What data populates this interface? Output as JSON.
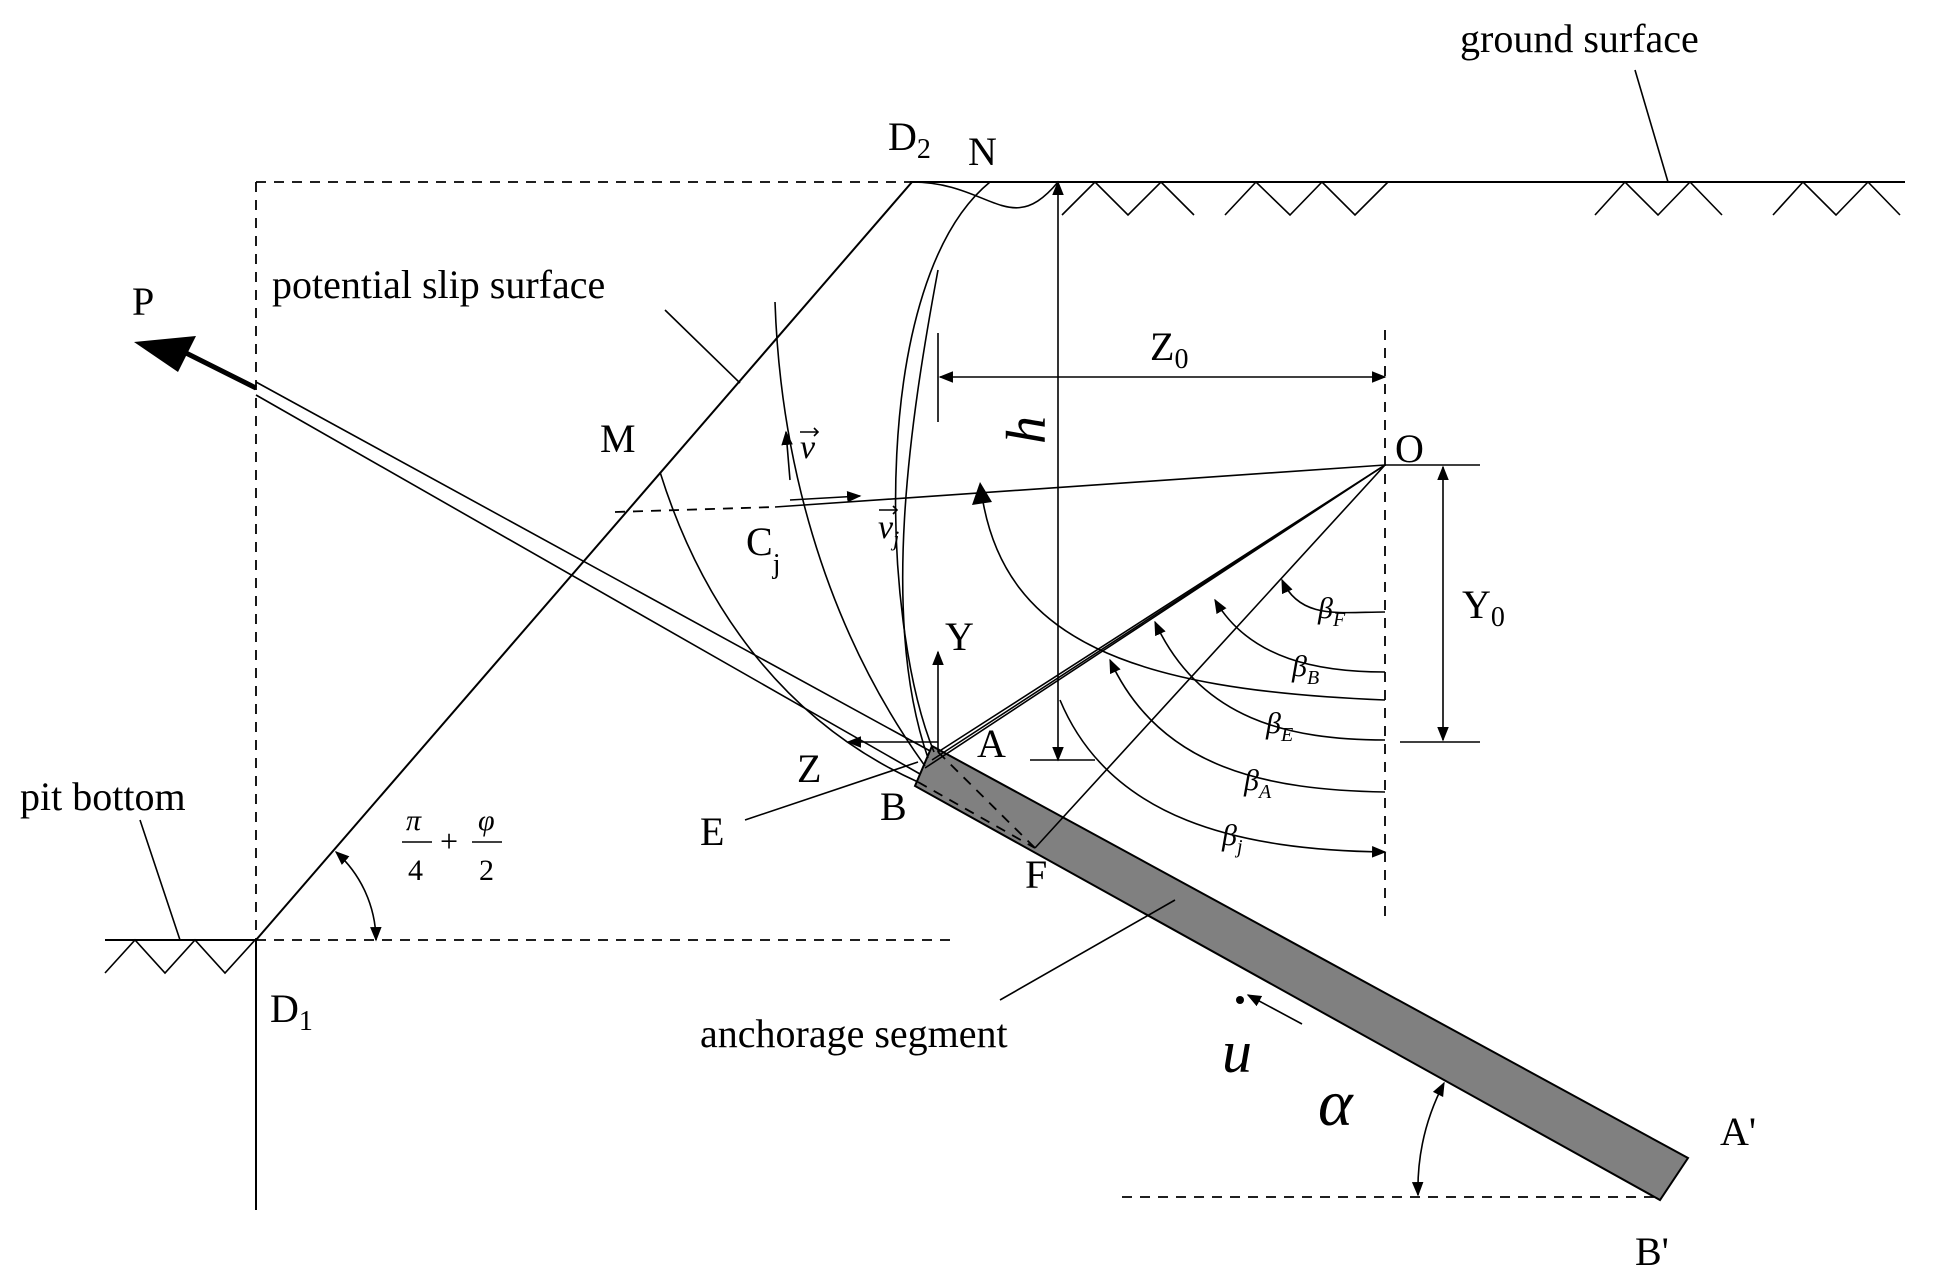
{
  "labels": {
    "ground_surface": "ground surface",
    "potential_slip_surface": "potential slip surface",
    "pit_bottom": "pit bottom",
    "anchorage_segment": "anchorage segment",
    "P": "P",
    "M": "M",
    "N": "N",
    "O": "O",
    "A": "A",
    "B": "B",
    "E": "E",
    "F": "F",
    "Z": "Z",
    "Y": "Y",
    "A_prime": "A'",
    "B_prime": "B'",
    "D1": "D",
    "D1_sub": "1",
    "D2": "D",
    "D2_sub": "2",
    "Cj": "C",
    "Cj_sub": "j",
    "Z0": "Z",
    "Z0_sub": "0",
    "Y0": "Y",
    "Y0_sub": "0",
    "h": "h",
    "v": "v",
    "vj": "v",
    "vj_sub": "j",
    "beta": "β",
    "beta_F_sub": "F",
    "beta_B_sub": "B",
    "beta_E_sub": "E",
    "beta_A_sub": "A",
    "beta_j_sub": "j",
    "u_dot": "u",
    "alpha": "α",
    "pi": "π",
    "four": "4",
    "plus": "+",
    "phi": "φ",
    "two": "2"
  },
  "colors": {
    "anchor_fill": "#808080",
    "line": "#000000",
    "background": "#ffffff"
  }
}
